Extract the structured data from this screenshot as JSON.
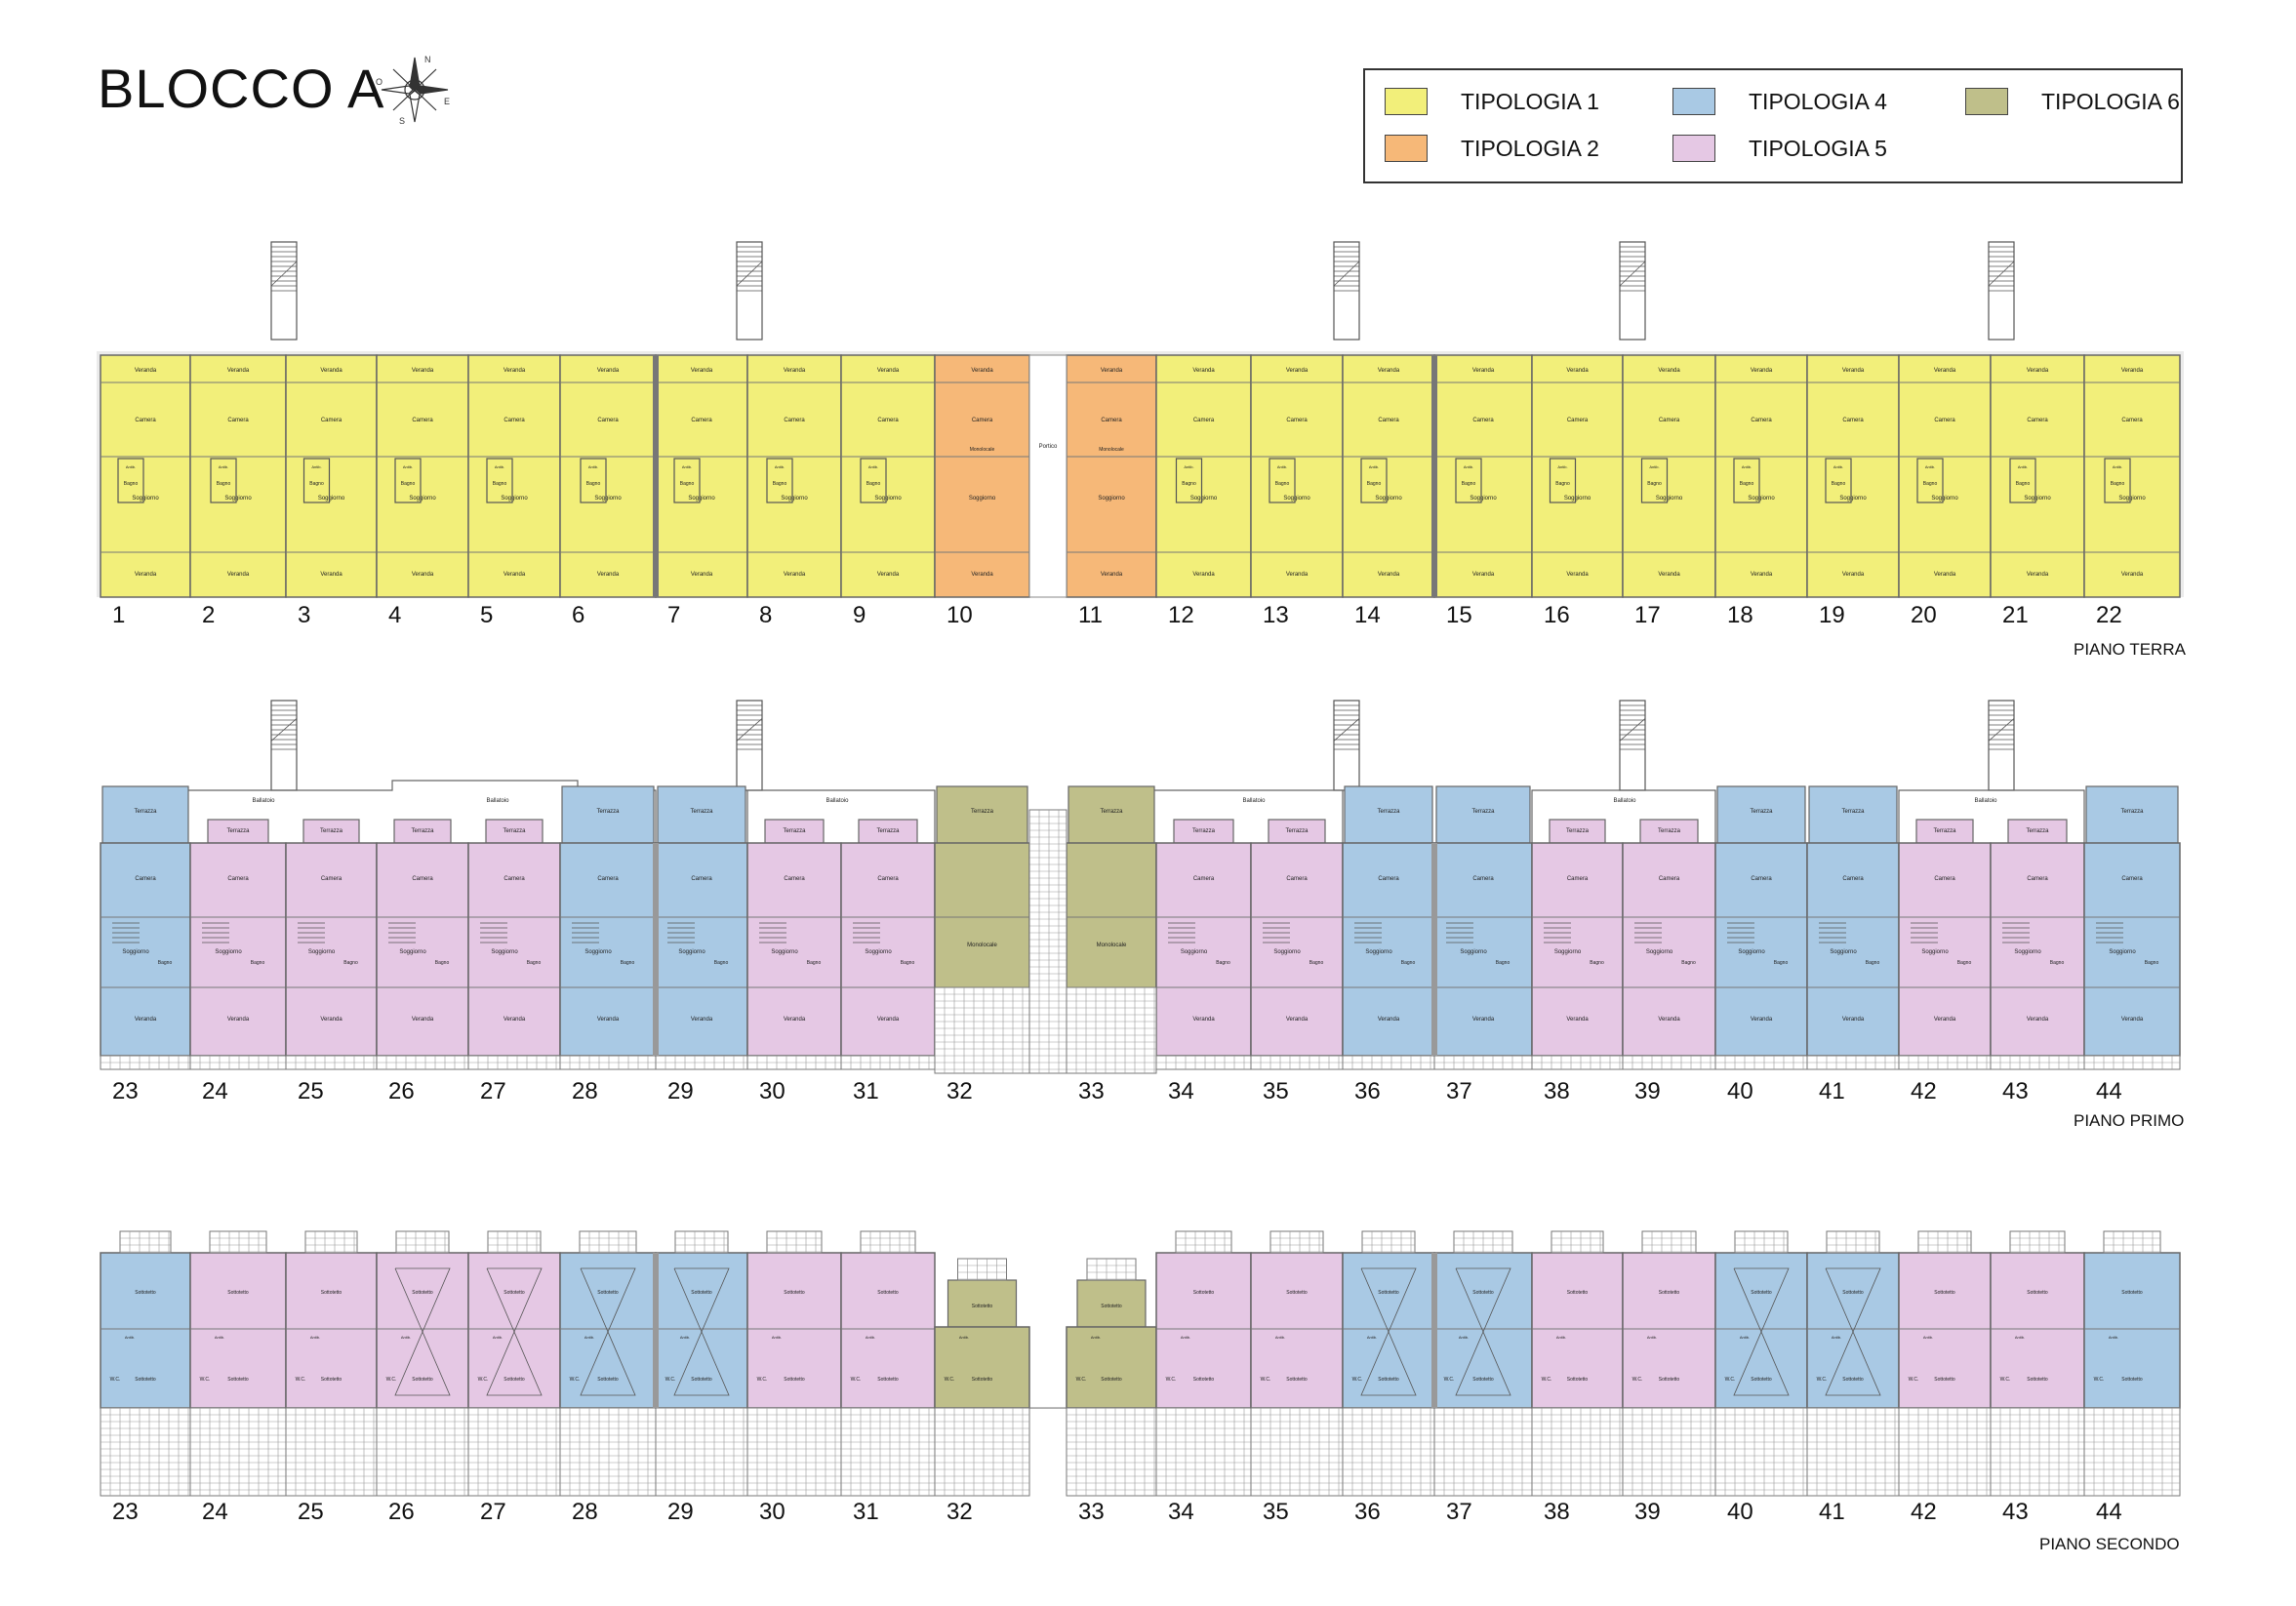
{
  "title": "BLOCCO A",
  "compass": {
    "letters": [
      "N",
      "O",
      "E",
      "S"
    ]
  },
  "legend": [
    {
      "label": "TIPOLOGIA 1",
      "color": "#f2ef7a"
    },
    {
      "label": "TIPOLOGIA 2",
      "color": "#f6b878"
    },
    {
      "label": "TIPOLOGIA 4",
      "color": "#a9c9e4"
    },
    {
      "label": "TIPOLOGIA 5",
      "color": "#e5c8e4"
    },
    {
      "label": "TIPOLOGIA 6",
      "color": "#bfbf8a"
    }
  ],
  "room_labels": {
    "veranda": "Veranda",
    "camera": "Camera",
    "soggiorno": "Soggiorno",
    "bagno": "Bagno",
    "antib": "Antib.",
    "porticato": "Portico",
    "monolocale": "Monolocale",
    "terrazza": "Terrazza",
    "ballatoio": "Ballatoio",
    "sottotetto": "Sottotetto",
    "wc": "W.C."
  },
  "floors": [
    {
      "label": "PIANO TERRA",
      "units": [
        {
          "num": "1",
          "type": 1
        },
        {
          "num": "2",
          "type": 1
        },
        {
          "num": "3",
          "type": 1
        },
        {
          "num": "4",
          "type": 1
        },
        {
          "num": "5",
          "type": 1
        },
        {
          "num": "6",
          "type": 1
        },
        {
          "num": "7",
          "type": 1
        },
        {
          "num": "8",
          "type": 1
        },
        {
          "num": "9",
          "type": 1
        },
        {
          "num": "10",
          "type": 2
        },
        {
          "num": "11",
          "type": 2
        },
        {
          "num": "12",
          "type": 1
        },
        {
          "num": "13",
          "type": 1
        },
        {
          "num": "14",
          "type": 1
        },
        {
          "num": "15",
          "type": 1
        },
        {
          "num": "16",
          "type": 1
        },
        {
          "num": "17",
          "type": 1
        },
        {
          "num": "18",
          "type": 1
        },
        {
          "num": "19",
          "type": 1
        },
        {
          "num": "20",
          "type": 1
        },
        {
          "num": "21",
          "type": 1
        },
        {
          "num": "22",
          "type": 1
        }
      ]
    },
    {
      "label": "PIANO PRIMO",
      "units": [
        {
          "num": "23",
          "type": 4
        },
        {
          "num": "24",
          "type": 5
        },
        {
          "num": "25",
          "type": 5
        },
        {
          "num": "26",
          "type": 5
        },
        {
          "num": "27",
          "type": 5
        },
        {
          "num": "28",
          "type": 4
        },
        {
          "num": "29",
          "type": 4
        },
        {
          "num": "30",
          "type": 5
        },
        {
          "num": "31",
          "type": 5
        },
        {
          "num": "32",
          "type": 6
        },
        {
          "num": "33",
          "type": 6
        },
        {
          "num": "34",
          "type": 5
        },
        {
          "num": "35",
          "type": 5
        },
        {
          "num": "36",
          "type": 4
        },
        {
          "num": "37",
          "type": 4
        },
        {
          "num": "38",
          "type": 5
        },
        {
          "num": "39",
          "type": 5
        },
        {
          "num": "40",
          "type": 4
        },
        {
          "num": "41",
          "type": 4
        },
        {
          "num": "42",
          "type": 5
        },
        {
          "num": "43",
          "type": 5
        },
        {
          "num": "44",
          "type": 4
        }
      ]
    },
    {
      "label": "PIANO SECONDO",
      "units": [
        {
          "num": "23",
          "type": 4
        },
        {
          "num": "24",
          "type": 5
        },
        {
          "num": "25",
          "type": 5
        },
        {
          "num": "26",
          "type": 5
        },
        {
          "num": "27",
          "type": 5
        },
        {
          "num": "28",
          "type": 4
        },
        {
          "num": "29",
          "type": 4
        },
        {
          "num": "30",
          "type": 5
        },
        {
          "num": "31",
          "type": 5
        },
        {
          "num": "32",
          "type": 6
        },
        {
          "num": "33",
          "type": 6
        },
        {
          "num": "34",
          "type": 5
        },
        {
          "num": "35",
          "type": 5
        },
        {
          "num": "36",
          "type": 4
        },
        {
          "num": "37",
          "type": 4
        },
        {
          "num": "38",
          "type": 5
        },
        {
          "num": "39",
          "type": 5
        },
        {
          "num": "40",
          "type": 4
        },
        {
          "num": "41",
          "type": 4
        },
        {
          "num": "42",
          "type": 5
        },
        {
          "num": "43",
          "type": 5
        },
        {
          "num": "44",
          "type": 4
        }
      ]
    }
  ]
}
